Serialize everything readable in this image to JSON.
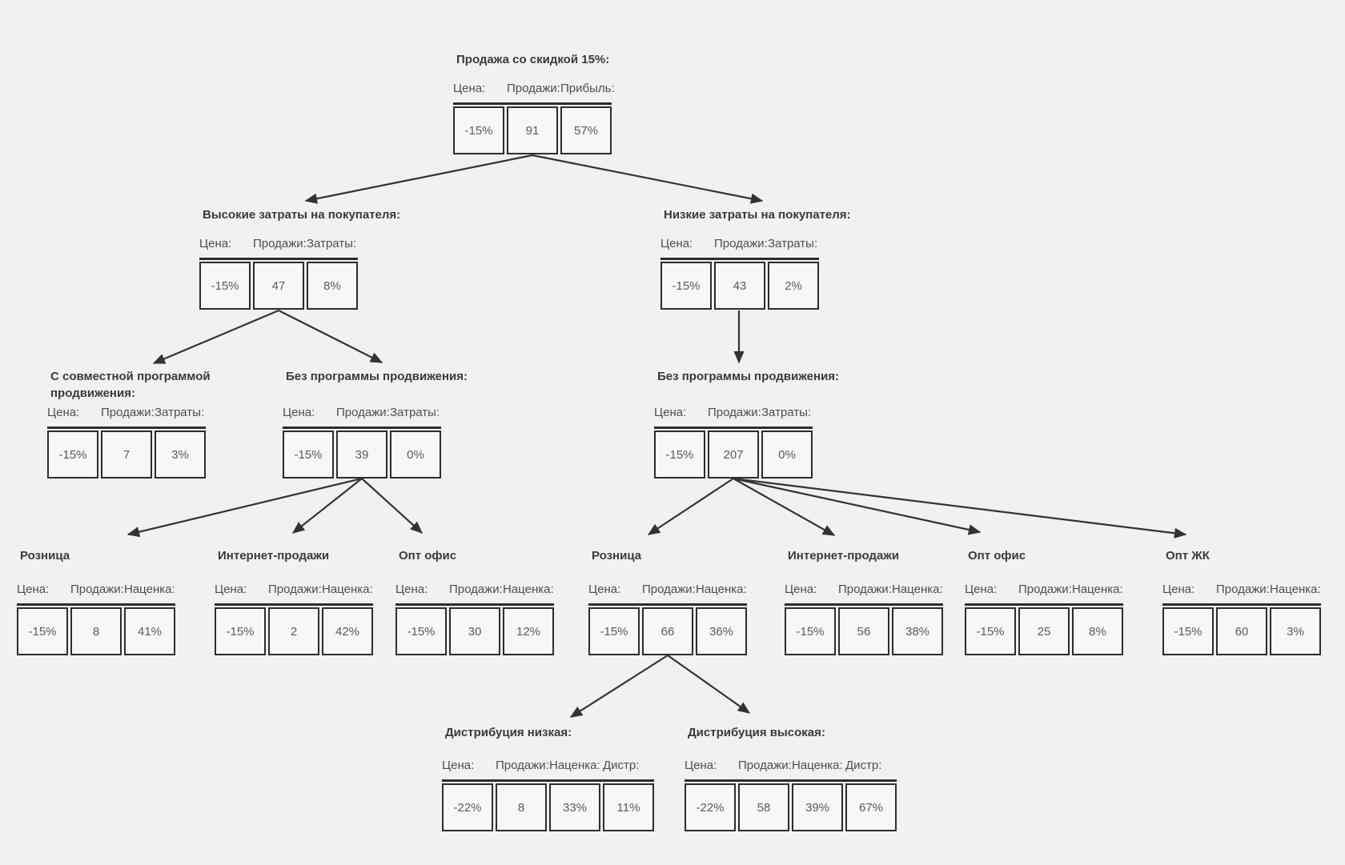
{
  "diagram": {
    "root_title": "Продажа со скидкой 15%:",
    "nodes": [
      {
        "id": "root",
        "title": "Продажа со скидкой 15%:",
        "fields": [
          {
            "label": "Цена:",
            "value": "-15%"
          },
          {
            "label": "Продажи:",
            "value": "91"
          },
          {
            "label": "Прибыль:",
            "value": "57%"
          }
        ]
      },
      {
        "id": "high_costs",
        "title": "Высокие затраты на покупателя:",
        "fields": [
          {
            "label": "Цена:",
            "value": "-15%"
          },
          {
            "label": "Продажи:",
            "value": "47"
          },
          {
            "label": "Затраты:",
            "value": "8%"
          }
        ]
      },
      {
        "id": "low_costs",
        "title": "Низкие затраты на покупателя:",
        "fields": [
          {
            "label": "Цена:",
            "value": "-15%"
          },
          {
            "label": "Продажи:",
            "value": "43"
          },
          {
            "label": "Затраты:",
            "value": "2%"
          }
        ]
      },
      {
        "id": "joint_program",
        "title": "С совместной программой продвижения:",
        "fields": [
          {
            "label": "Цена:",
            "value": "-15%"
          },
          {
            "label": "Продажи:",
            "value": "7"
          },
          {
            "label": "Затраты:",
            "value": "3%"
          }
        ]
      },
      {
        "id": "no_program_left",
        "title": "Без программы продвижения:",
        "fields": [
          {
            "label": "Цена:",
            "value": "-15%"
          },
          {
            "label": "Продажи:",
            "value": "39"
          },
          {
            "label": "Затраты:",
            "value": "0%"
          }
        ]
      },
      {
        "id": "no_program_right",
        "title": "Без программы продвижения:",
        "fields": [
          {
            "label": "Цена:",
            "value": "-15%"
          },
          {
            "label": "Продажи:",
            "value": "207"
          },
          {
            "label": "Затраты:",
            "value": "0%"
          }
        ]
      },
      {
        "id": "retail_left",
        "title": "Розница",
        "fields": [
          {
            "label": "Цена:",
            "value": "-15%"
          },
          {
            "label": "Продажи:",
            "value": "8"
          },
          {
            "label": "Наценка:",
            "value": "41%"
          }
        ]
      },
      {
        "id": "internet_left",
        "title": "Интернет-продажи",
        "fields": [
          {
            "label": "Цена:",
            "value": "-15%"
          },
          {
            "label": "Продажи:",
            "value": "2"
          },
          {
            "label": "Наценка:",
            "value": "42%"
          }
        ]
      },
      {
        "id": "opt_office_left",
        "title": "Опт офис",
        "fields": [
          {
            "label": "Цена:",
            "value": "-15%"
          },
          {
            "label": "Продажи:",
            "value": "30"
          },
          {
            "label": "Наценка:",
            "value": "12%"
          }
        ]
      },
      {
        "id": "retail_right",
        "title": "Розница",
        "fields": [
          {
            "label": "Цена:",
            "value": "-15%"
          },
          {
            "label": "Продажи:",
            "value": "66"
          },
          {
            "label": "Наценка:",
            "value": "36%"
          }
        ]
      },
      {
        "id": "internet_right",
        "title": "Интернет-продажи",
        "fields": [
          {
            "label": "Цена:",
            "value": "-15%"
          },
          {
            "label": "Продажи:",
            "value": "56"
          },
          {
            "label": "Наценка:",
            "value": "38%"
          }
        ]
      },
      {
        "id": "opt_office_right",
        "title": "Опт офис",
        "fields": [
          {
            "label": "Цена:",
            "value": "-15%"
          },
          {
            "label": "Продажи:",
            "value": "25"
          },
          {
            "label": "Наценка:",
            "value": "8%"
          }
        ]
      },
      {
        "id": "opt_zhk",
        "title": "Опт ЖК",
        "fields": [
          {
            "label": "Цена:",
            "value": "-15%"
          },
          {
            "label": "Продажи:",
            "value": "60"
          },
          {
            "label": "Наценка:",
            "value": "3%"
          }
        ]
      },
      {
        "id": "dist_low",
        "title": "Дистрибуция низкая:",
        "fields": [
          {
            "label": "Цена:",
            "value": "-22%"
          },
          {
            "label": "Продажи:",
            "value": "8"
          },
          {
            "label": "Наценка:",
            "value": "33%"
          },
          {
            "label": "Дистр:",
            "value": "11%"
          }
        ]
      },
      {
        "id": "dist_high",
        "title": "Дистрибуция высокая:",
        "fields": [
          {
            "label": "Цена:",
            "value": "-22%"
          },
          {
            "label": "Продажи:",
            "value": "58"
          },
          {
            "label": "Наценка:",
            "value": "39%"
          },
          {
            "label": "Дистр:",
            "value": "67%"
          }
        ]
      }
    ],
    "edges": [
      {
        "from": "root",
        "to": "high_costs"
      },
      {
        "from": "root",
        "to": "low_costs"
      },
      {
        "from": "high_costs",
        "to": "joint_program"
      },
      {
        "from": "high_costs",
        "to": "no_program_left"
      },
      {
        "from": "low_costs",
        "to": "no_program_right"
      },
      {
        "from": "no_program_left",
        "to": "retail_left"
      },
      {
        "from": "no_program_left",
        "to": "internet_left"
      },
      {
        "from": "no_program_left",
        "to": "opt_office_left"
      },
      {
        "from": "no_program_right",
        "to": "retail_right"
      },
      {
        "from": "no_program_right",
        "to": "internet_right"
      },
      {
        "from": "no_program_right",
        "to": "opt_office_right"
      },
      {
        "from": "no_program_right",
        "to": "opt_zhk"
      },
      {
        "from": "retail_right",
        "to": "dist_low"
      },
      {
        "from": "retail_right",
        "to": "dist_high"
      }
    ]
  },
  "colors": {
    "background": "#f1f1ef",
    "cell_background": "#f7f7f5",
    "border": "#2d2d2d",
    "title_text": "#3a3a3a",
    "label_text": "#4e4e4e",
    "value_text": "#5a5a5a",
    "arrow": "#333333"
  }
}
